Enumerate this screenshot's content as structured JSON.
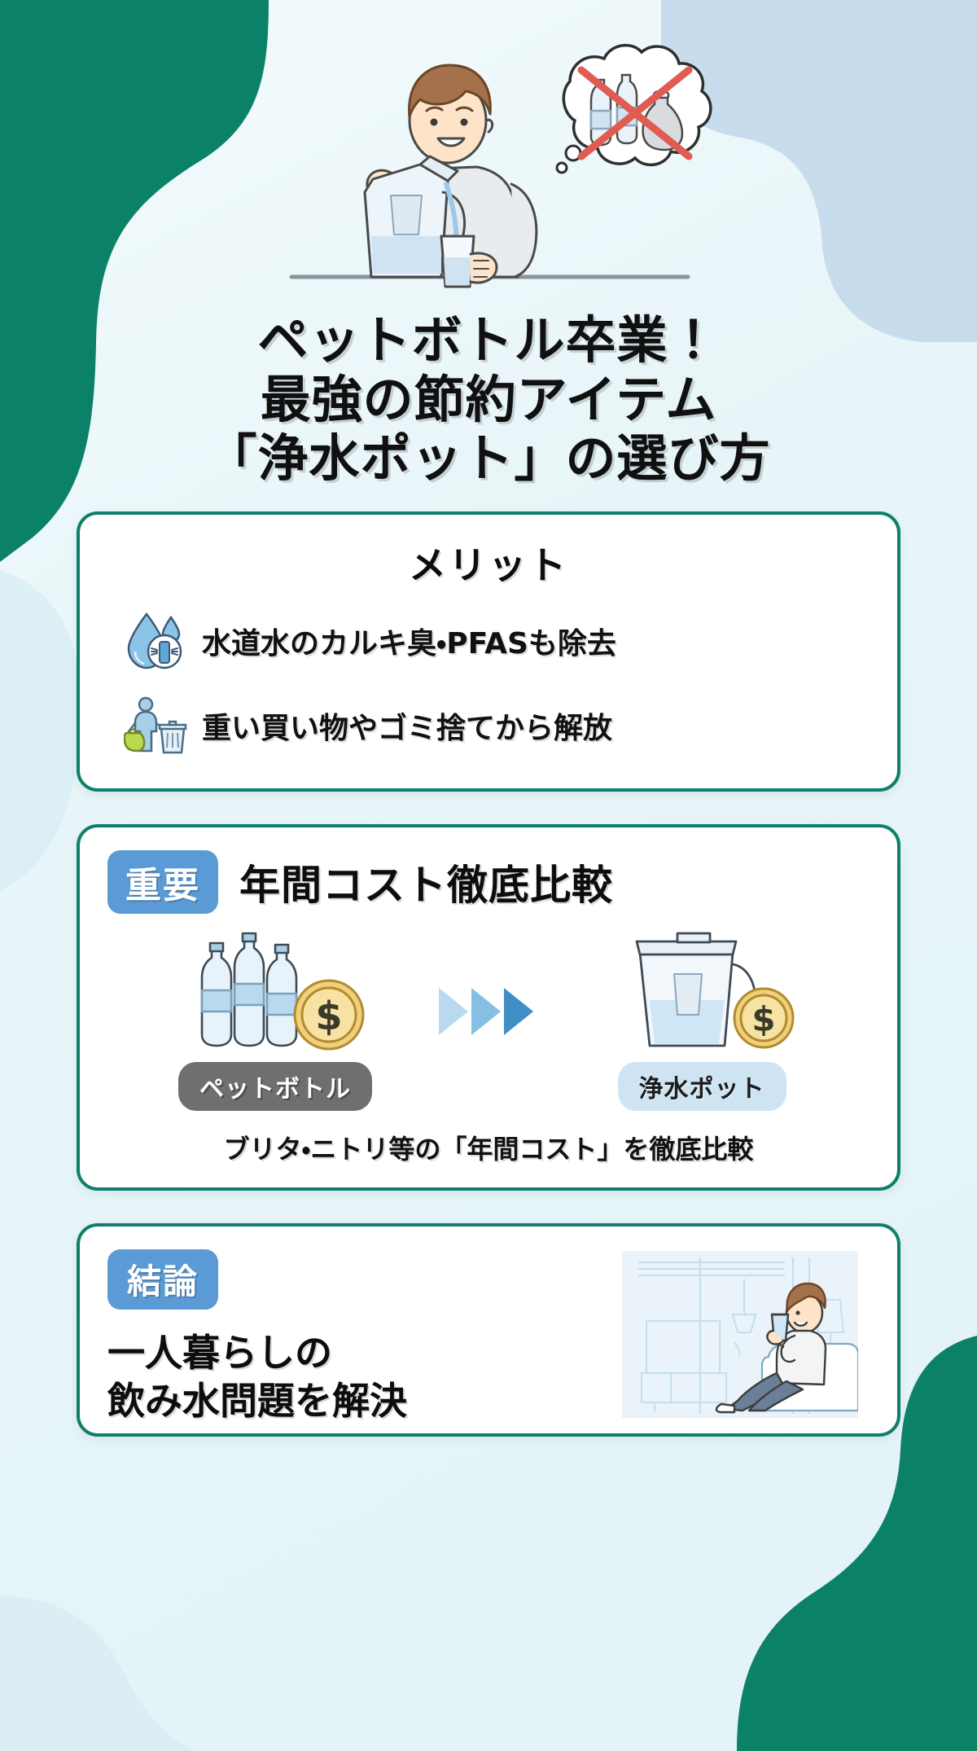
{
  "theme": {
    "brand_green": "#0e7f6a",
    "badge_blue": "#5b9bd5",
    "bg_base": "#eef8fa",
    "blob_blue": "#c7dcec",
    "pill_dark": "#6f6f6f",
    "pill_light": "#cfe4f3"
  },
  "hero": {
    "alt": "man-pouring-filtered-water-illustration",
    "thought_bubble": "no-plastic-bottles-and-trash-bag"
  },
  "title": {
    "line1": "ペットボトル卒業！",
    "line2": "最強の節約アイテム",
    "line3": "「浄水ポット」の選び方"
  },
  "merit_card": {
    "heading": "メリット",
    "items": [
      {
        "icon": "water-drop-filter-icon",
        "text": "水道水のカルキ臭・PFASも除去"
      },
      {
        "icon": "person-with-bag-and-trash-icon",
        "text": "重い買い物やゴミ捨てから解放"
      }
    ]
  },
  "cost_card": {
    "badge": "重要",
    "heading": "年間コスト徹底比較",
    "left": {
      "art": "plastic-bottles-with-coin-icon",
      "label": "ペットボトル"
    },
    "arrow": "triple-chevron-right-icon",
    "right": {
      "art": "water-pitcher-with-coin-icon",
      "label": "浄水ポット"
    },
    "caption": "ブリタ・ニトリ等の「年間コスト」を徹底比較"
  },
  "conclusion_card": {
    "badge": "結論",
    "line1": "一人暮らしの",
    "line2": "飲み水問題を解決",
    "art": "man-relaxing-on-sofa-drinking-water-illustration"
  }
}
